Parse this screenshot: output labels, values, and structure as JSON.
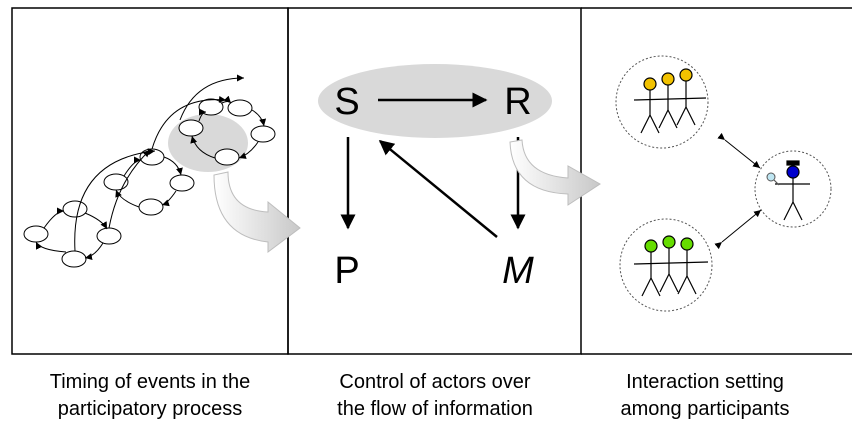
{
  "panels": [
    {
      "id": "timing",
      "caption_lines": [
        "Timing of events in the",
        "participatory process"
      ]
    },
    {
      "id": "control",
      "caption_lines": [
        "Control of actors over",
        "the flow of information"
      ],
      "nodes": {
        "sender": "S",
        "receiver": "R",
        "public": "P",
        "media": "M"
      }
    },
    {
      "id": "interaction",
      "caption_lines": [
        "Interaction setting",
        "among participants"
      ]
    }
  ],
  "colors": {
    "highlight": "#d9d9d9",
    "group_top": "#f2c200",
    "group_bottom": "#66dd00",
    "moderator": "#0000cc",
    "line": "#000000"
  },
  "icons": [
    "event-cycle-network",
    "flow-arrow",
    "stick-figure-group",
    "moderator-figure",
    "magnifier"
  ]
}
